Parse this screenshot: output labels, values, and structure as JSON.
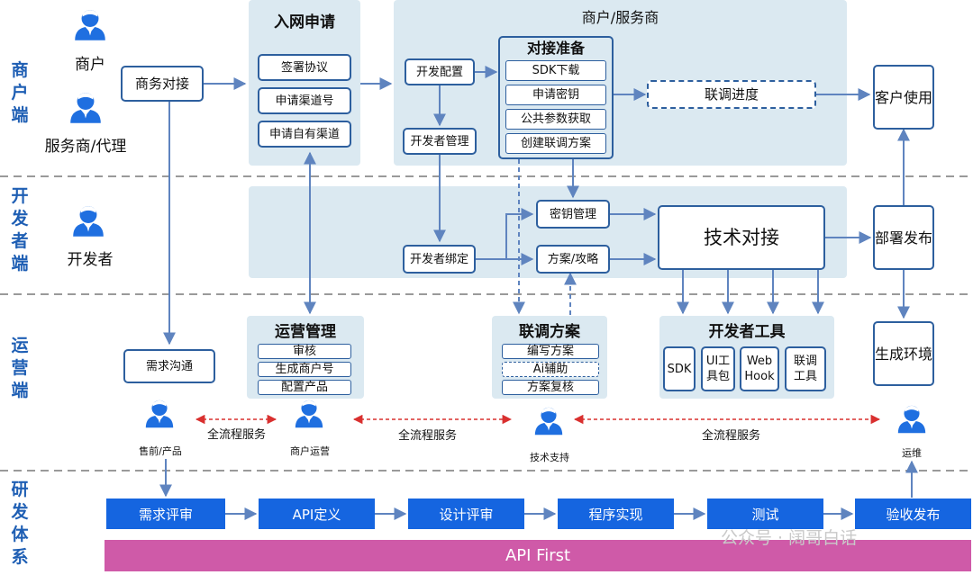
{
  "lanes": {
    "merchant": "商户端",
    "developer": "开发者端",
    "operations": "运营端",
    "rnd": "研发体系"
  },
  "roles": {
    "merchant": "商户",
    "provider": "服务商/代理",
    "developer": "开发者",
    "presales": "售前/产品",
    "merchant_ops": "商户运营",
    "tech_support": "技术支持",
    "ops": "运维"
  },
  "merchant_lane": {
    "biz_docking": "商务对接",
    "onboarding": {
      "title": "入网申请",
      "items": [
        "签署协议",
        "申请渠道号",
        "申请自有渠道"
      ]
    },
    "provider_panel": {
      "title": "商户/服务商",
      "dev_config": "开发配置",
      "dev_manage": "开发者管理",
      "prep": {
        "title": "对接准备",
        "items": [
          "SDK下载",
          "申请密钥",
          "公共参数获取",
          "创建联调方案"
        ]
      },
      "progress": "联调进度"
    },
    "customer_use": "客户使用"
  },
  "developer_lane": {
    "binding": "开发者绑定",
    "key_manage": "密钥管理",
    "plan_guide": "方案/攻略",
    "tech_docking": "技术对接",
    "deploy": "部署发布"
  },
  "operations_lane": {
    "demand": "需求沟通",
    "ops_manage": {
      "title": "运营管理",
      "items": [
        "审核",
        "生成商户号",
        "配置产品"
      ]
    },
    "joint_plan": {
      "title": "联调方案",
      "items": [
        "编写方案",
        "Ai辅助",
        "方案复核"
      ]
    },
    "dev_tools": {
      "title": "开发者工具",
      "items": [
        "SDK",
        "UI工具包",
        "Web Hook",
        "联调工具"
      ]
    },
    "prod_env": "生成环境",
    "full_service": "全流程服务"
  },
  "rnd_lane": {
    "steps": [
      "需求评审",
      "API定义",
      "设计评审",
      "程序实现",
      "测试",
      "验收发布"
    ],
    "bar": "API First"
  },
  "watermark": "公众号 · 阔哥白话",
  "colors": {
    "lane_label": "#1f5fb4",
    "panel": "#dbe9f1",
    "border": "#2d5f9e",
    "step": "#1565e0",
    "api_first": "#cf5aa8",
    "service_arrow": "#d9302f"
  }
}
